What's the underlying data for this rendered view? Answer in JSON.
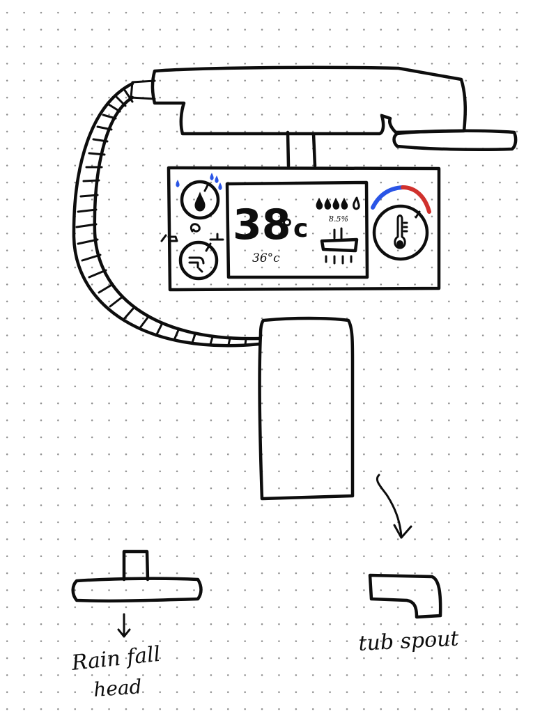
{
  "display": {
    "current_temp": "38",
    "current_unit": "°c",
    "target_temp": "36°c",
    "flow_percent": "8.5%"
  },
  "labels": {
    "rain_fall_line1": "Rain fall",
    "rain_fall_line2": "head",
    "tub_spout": "tub spout"
  },
  "colors": {
    "cold": "#2a55e6",
    "hot": "#d0312d",
    "ink": "#0d0d0d"
  },
  "icons": [
    "water-drop-icon",
    "faucet-icon",
    "shower-icon",
    "thermometer-icon"
  ]
}
